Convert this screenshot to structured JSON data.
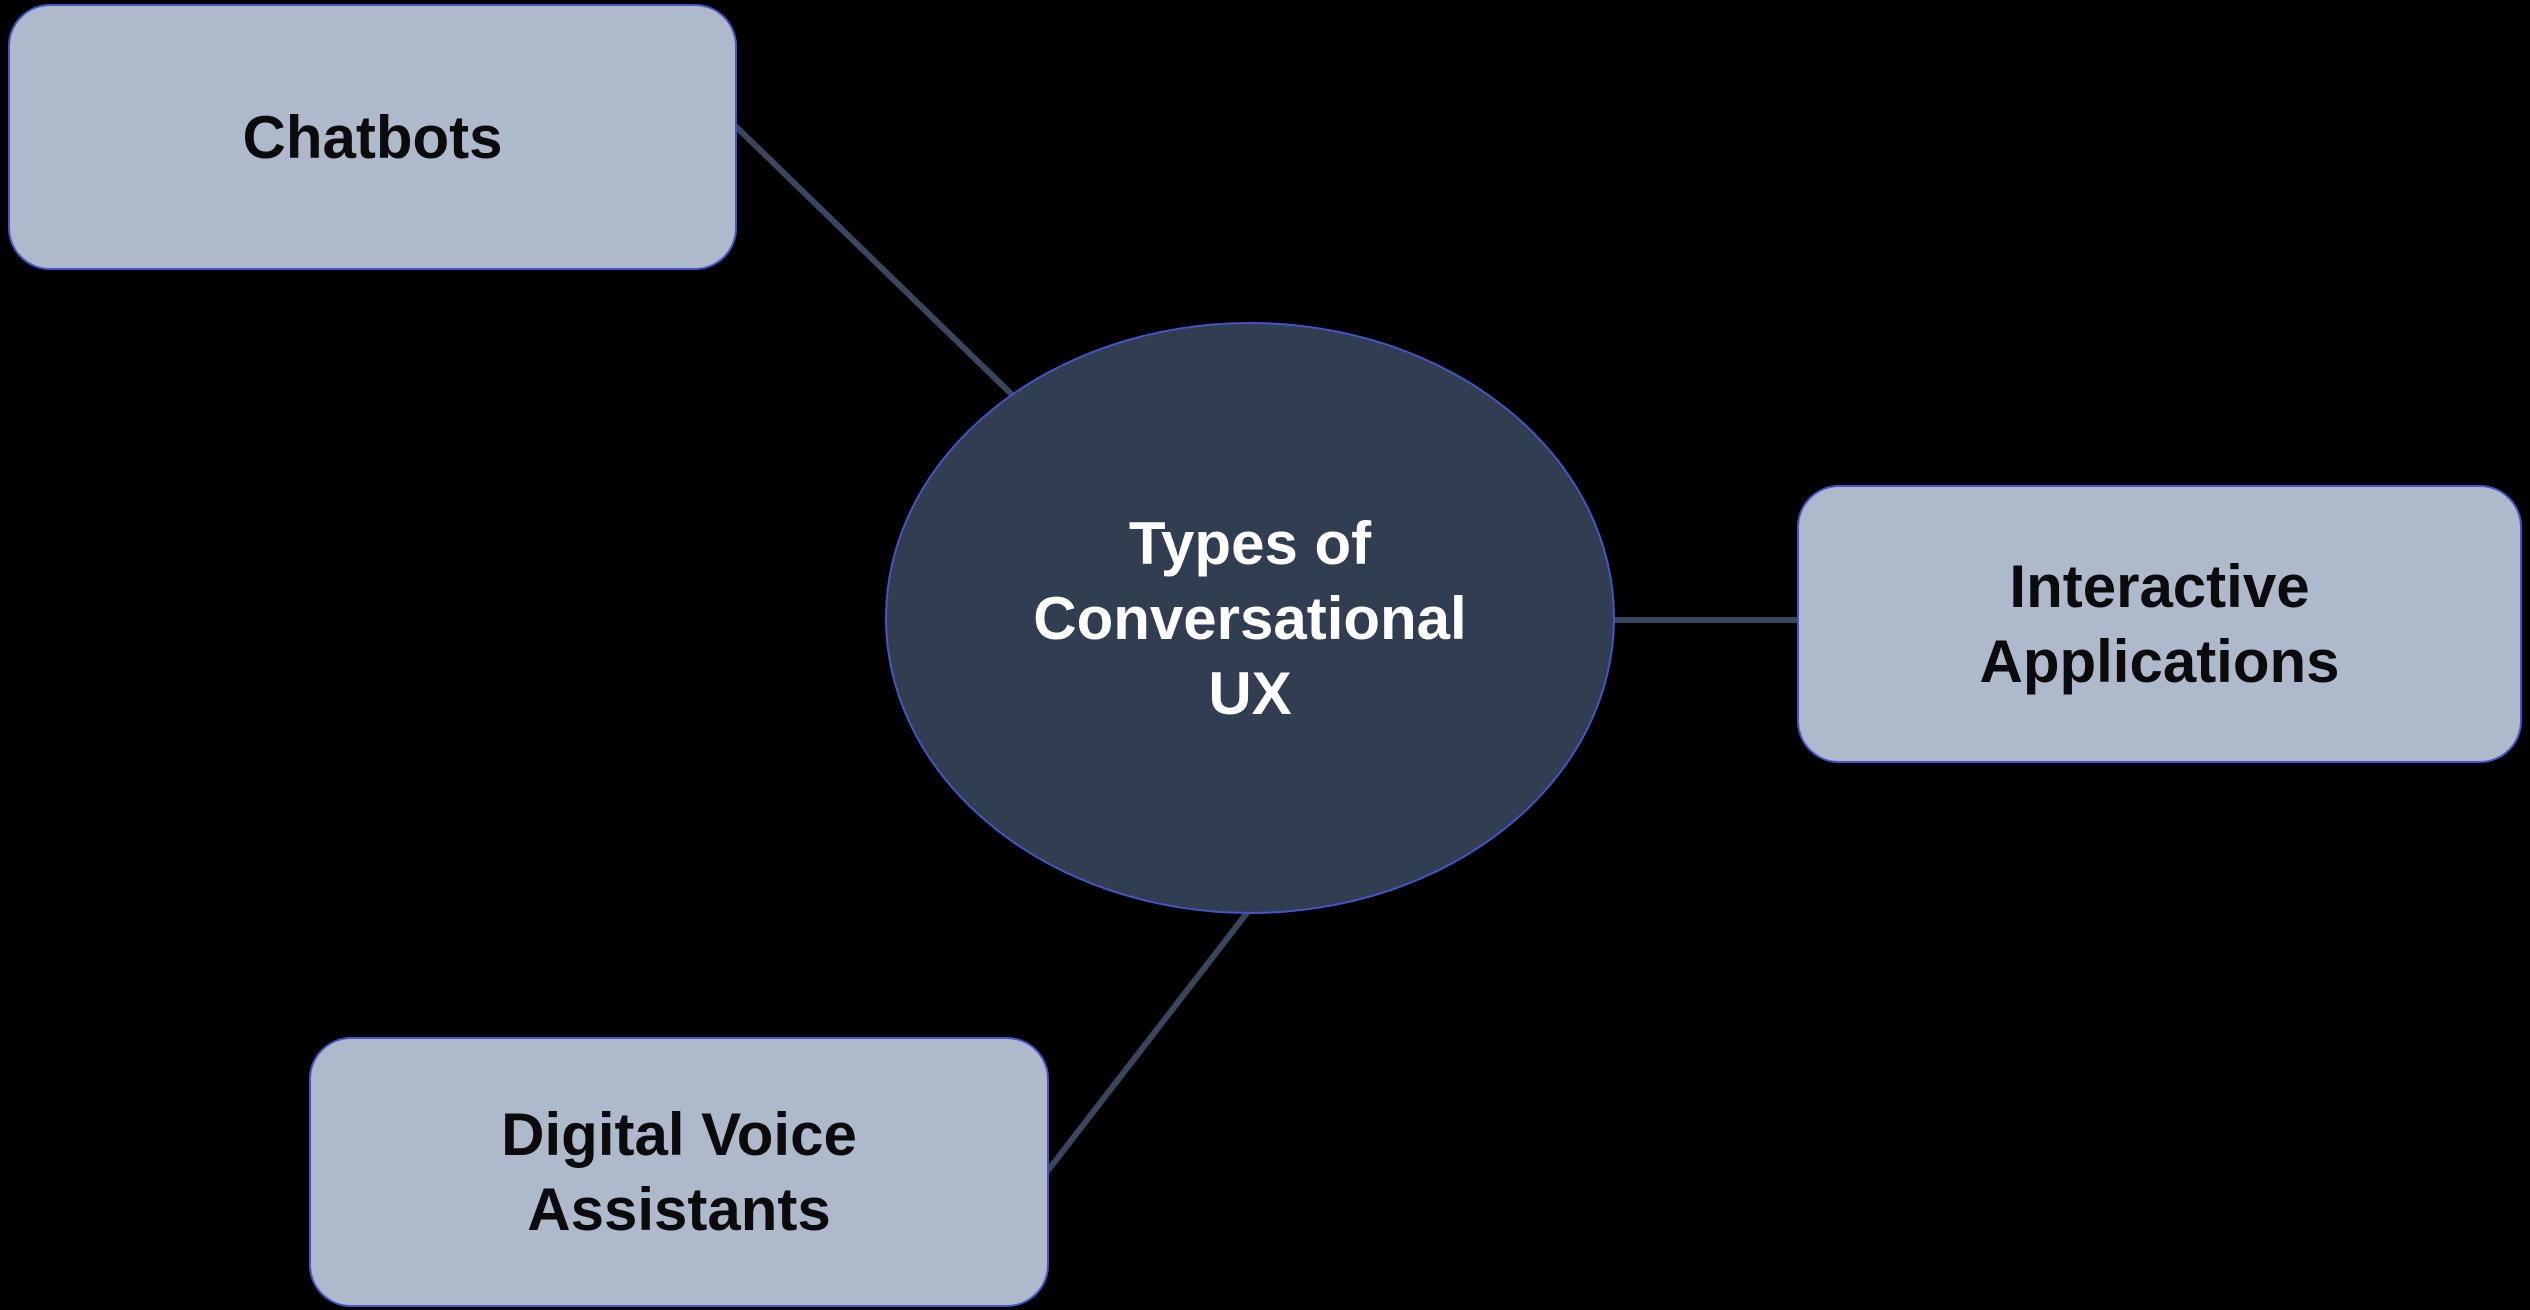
{
  "palette": {
    "page_bg": "#000000",
    "node_fill": "#AEB9CC",
    "node_border": "#4355C8",
    "node_text": "#0B0B0D",
    "center_fill": "#313D50",
    "center_border": "#4355C8",
    "center_text": "#FFFFFF",
    "connector": "#3A455E"
  },
  "diagram": {
    "center_node": {
      "label": "Types of Conversational UX",
      "lines": [
        "Types of",
        "Conversational",
        "UX"
      ]
    },
    "nodes": [
      {
        "id": "chatbots",
        "label": "Chatbots",
        "lines": [
          "Chatbots"
        ]
      },
      {
        "id": "interactive-applications",
        "label": "Interactive Applications",
        "lines": [
          "Interactive",
          "Applications"
        ]
      },
      {
        "id": "digital-voice-assistants",
        "label": "Digital Voice Assistants",
        "lines": [
          "Digital Voice",
          "Assistants"
        ]
      }
    ]
  }
}
